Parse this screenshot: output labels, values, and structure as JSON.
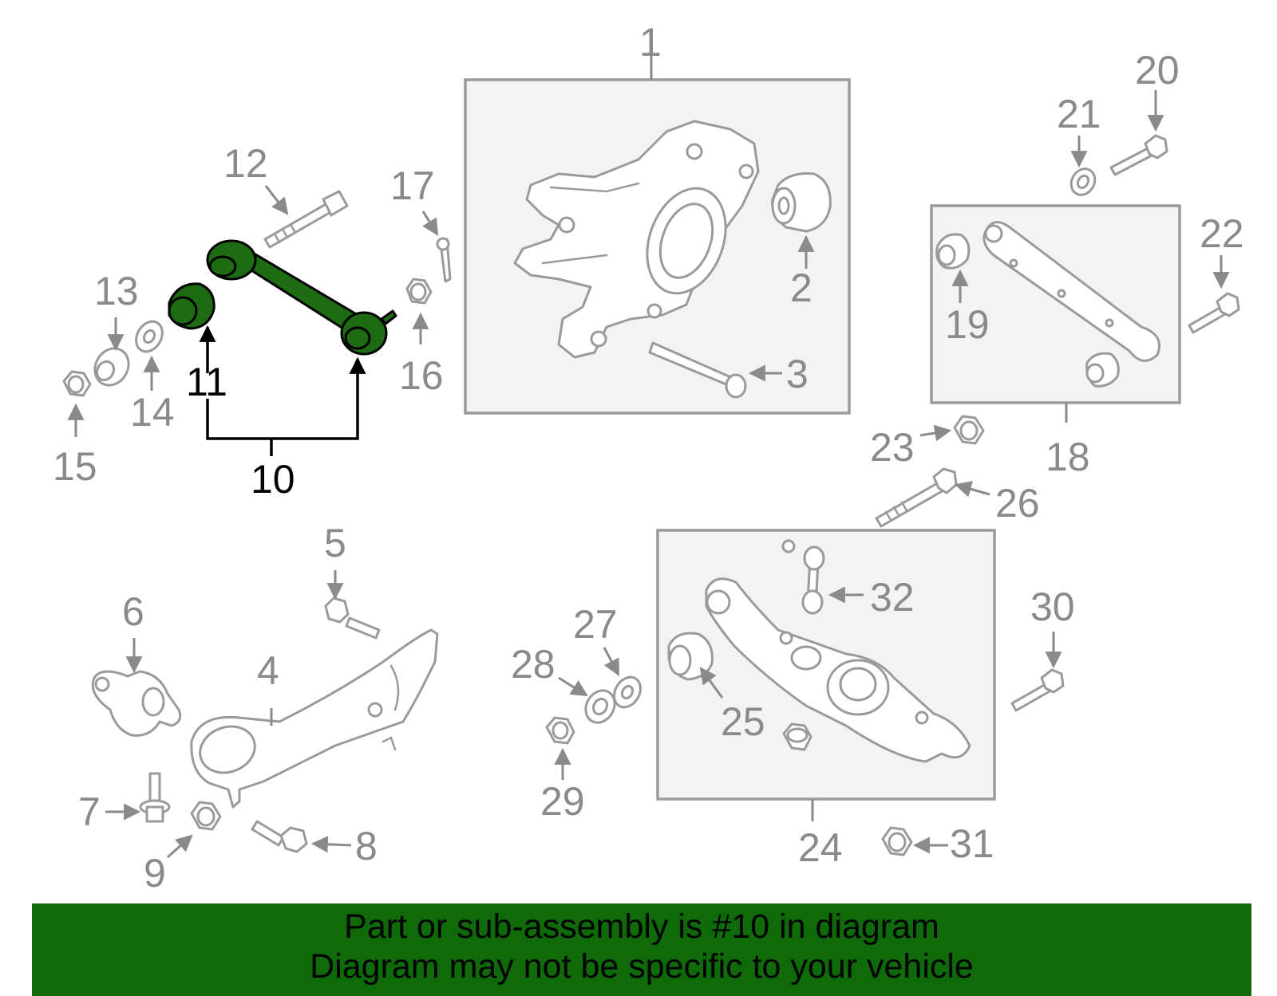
{
  "callouts": {
    "c1": "1",
    "c2": "2",
    "c3": "3",
    "c4": "4",
    "c5": "5",
    "c6": "6",
    "c7": "7",
    "c8": "8",
    "c9": "9",
    "c10": "10",
    "c11": "11",
    "c12": "12",
    "c13": "13",
    "c14": "14",
    "c15": "15",
    "c16": "16",
    "c17": "17",
    "c18": "18",
    "c19": "19",
    "c20": "20",
    "c21": "21",
    "c22": "22",
    "c23": "23",
    "c24": "24",
    "c25": "25",
    "c26": "26",
    "c27": "27",
    "c28": "28",
    "c29": "29",
    "c30": "30",
    "c31": "31",
    "c32": "32"
  },
  "highlight": {
    "color": "#1d6b12",
    "part_number": "10"
  },
  "banner": {
    "color": "#0f6a0a",
    "line1": "Part or sub-assembly is #10 in diagram",
    "line2": "Diagram may not be specific to your vehicle"
  }
}
